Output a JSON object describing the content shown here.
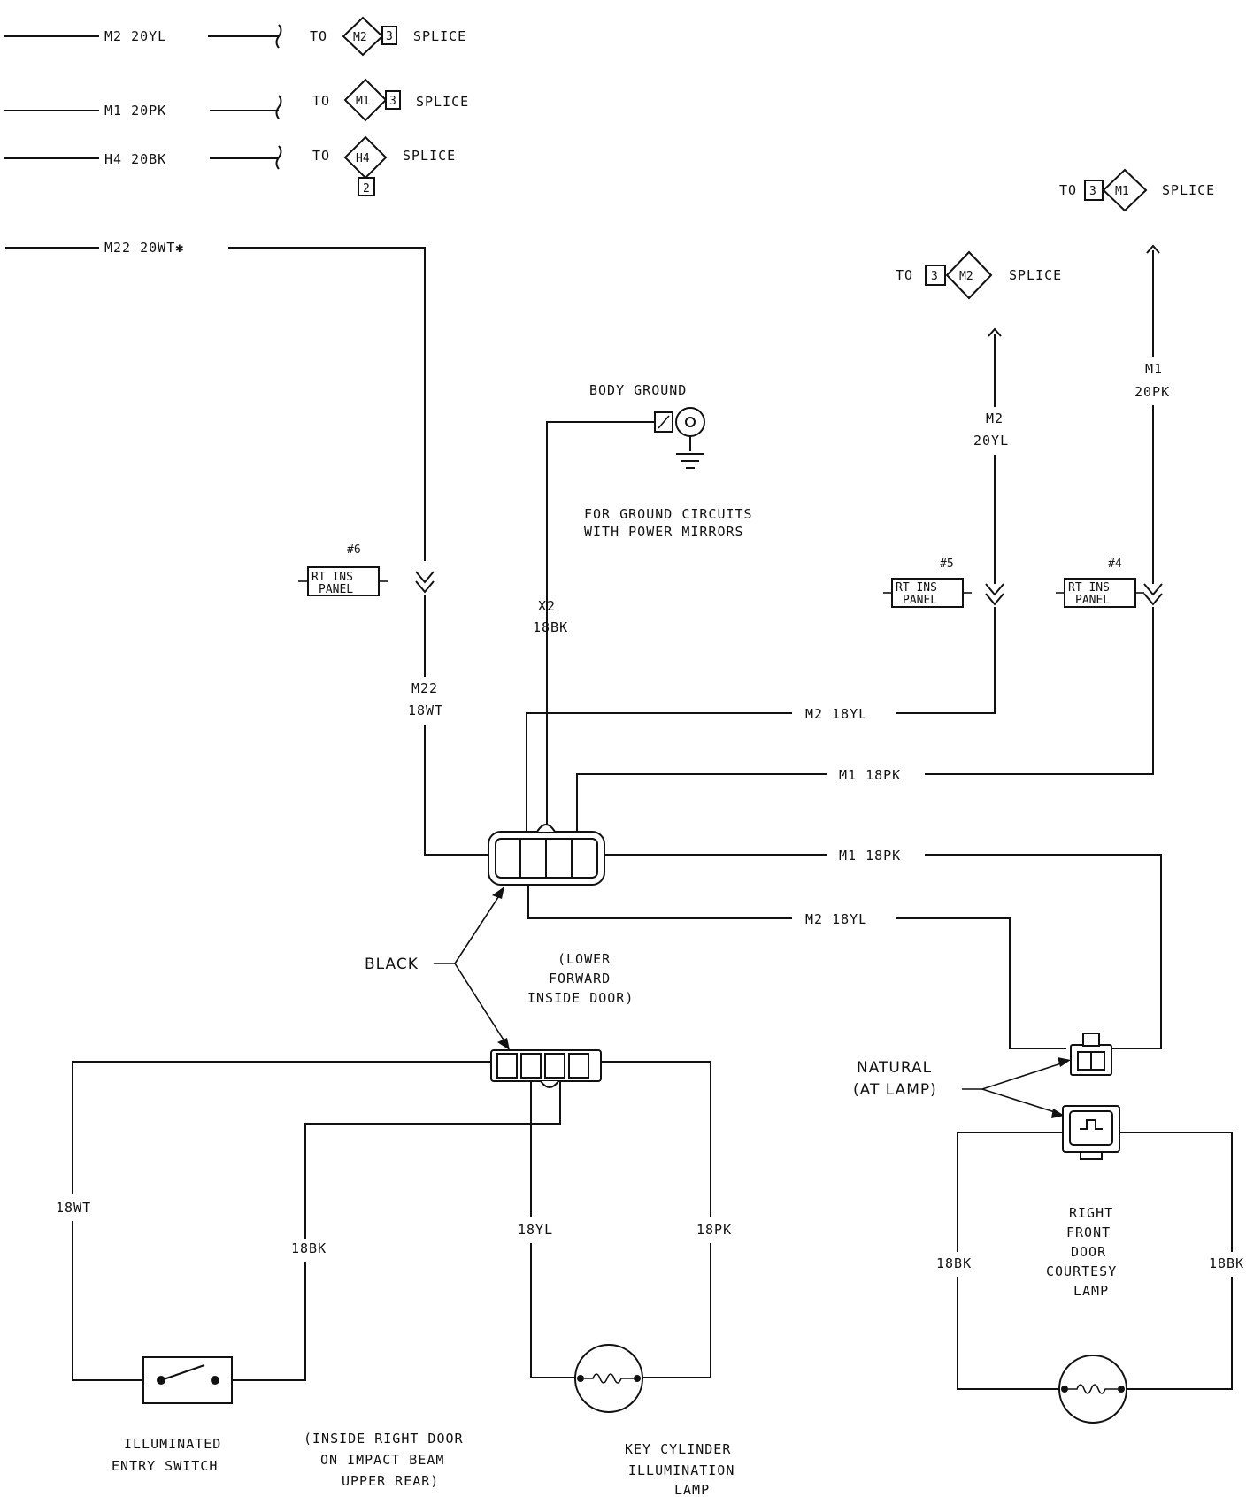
{
  "top_circuits": {
    "m2": {
      "wire": "M2 20YL",
      "to": "TO",
      "id": "M2",
      "pin": "3",
      "splice": "SPLICE"
    },
    "m1": {
      "wire": "M1 20PK",
      "to": "TO",
      "id": "M1",
      "pin": "3",
      "splice": "SPLICE"
    },
    "h4": {
      "wire": "H4 20BK",
      "to": "TO",
      "id": "H4",
      "pin": "2",
      "splice": "SPLICE"
    },
    "m22": {
      "wire": "M22 20WT✱"
    }
  },
  "right_splices": {
    "m1": {
      "to": "TO",
      "pin": "3",
      "id": "M1",
      "splice": "SPLICE"
    },
    "m2": {
      "to": "TO",
      "pin": "3",
      "id": "M2",
      "splice": "SPLICE"
    }
  },
  "ground": {
    "title": "BODY GROUND",
    "note_line1": "FOR GROUND CIRCUITS",
    "note_line2": "WITH POWER MIRRORS",
    "wire_code": "X2",
    "wire_gauge": "18BK"
  },
  "panel_connectors": [
    {
      "num": "#6",
      "line1": "RT INS",
      "line2": "PANEL"
    },
    {
      "num": "#5",
      "line1": "RT INS",
      "line2": "PANEL"
    },
    {
      "num": "#4",
      "line1": "RT INS",
      "line2": "PANEL"
    }
  ],
  "vertical_wires": {
    "m22": {
      "code": "M22",
      "gauge": "18WT"
    },
    "m2": {
      "code": "M2",
      "gauge": "20YL"
    },
    "m1": {
      "code": "M1",
      "gauge": "20PK"
    }
  },
  "horizontal_wires": {
    "m2_upper": "M2 18YL",
    "m1_upper": "M1 18PK",
    "m1_lower": "M1 18PK",
    "m2_lower": "M2 18YL"
  },
  "connector_notes": {
    "black": "BLACK",
    "location_line1": "(LOWER",
    "location_line2": "FORWARD",
    "location_line3": "INSIDE DOOR)",
    "natural_line1": "NATURAL",
    "natural_line2": "(AT LAMP)"
  },
  "lower_wires": {
    "wt": "18WT",
    "bk": "18BK",
    "yl": "18YL",
    "pk": "18PK",
    "lamp_left": "18BK",
    "lamp_right": "18BK"
  },
  "components": {
    "switch_line1": "ILLUMINATED",
    "switch_line2": "ENTRY SWITCH",
    "switch_loc1": "(INSIDE RIGHT DOOR",
    "switch_loc2": "ON IMPACT BEAM",
    "switch_loc3": "UPPER REAR)",
    "key_line1": "KEY CYLINDER",
    "key_line2": "ILLUMINATION",
    "key_line3": "LAMP",
    "courtesy_line1": "RIGHT",
    "courtesy_line2": "FRONT",
    "courtesy_line3": "DOOR",
    "courtesy_line4": "COURTESY",
    "courtesy_line5": "LAMP"
  }
}
